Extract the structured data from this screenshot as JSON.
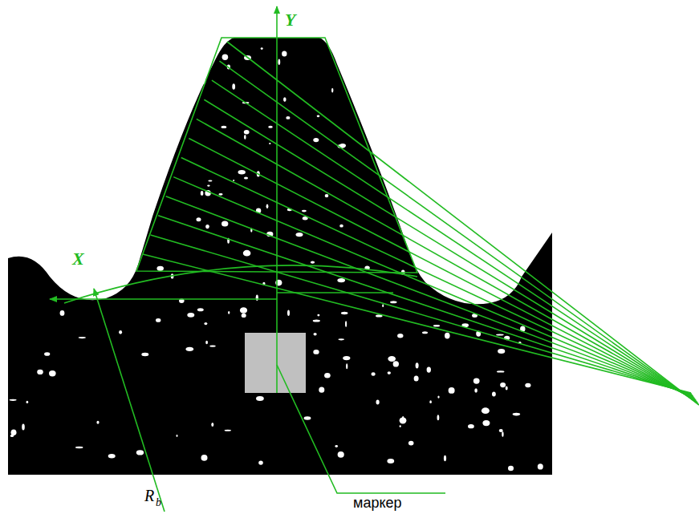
{
  "diagram": {
    "labels": [
      "Y",
      "X",
      "R",
      "b",
      "маркер"
    ]
  }
}
